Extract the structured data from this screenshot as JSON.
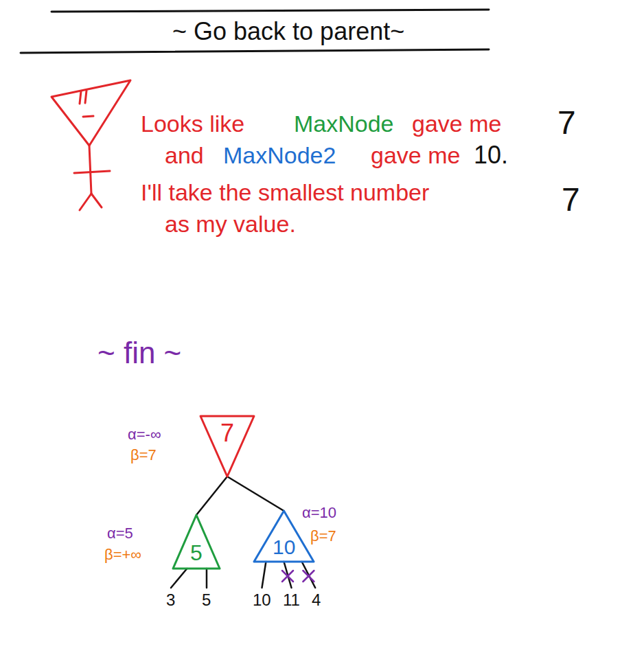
{
  "diagram": {
    "title": "~ Go back to parent~",
    "nodes": [
      {
        "text": [
          "7"
        ]
      },
      {
        "text": [
          "5"
        ]
      },
      {
        "text": [
          "10"
        ]
      },
      {
        "text": [
          "3"
        ]
      },
      {
        "text": [
          "5"
        ]
      },
      {
        "text": [
          "10"
        ]
      },
      {
        "text": [
          "11"
        ]
      },
      {
        "text": [
          "4"
        ]
      }
    ],
    "edges": [
      {
        "from": 0,
        "to": 1,
        "arrow": "none"
      },
      {
        "from": 0,
        "to": 2,
        "arrow": "none"
      },
      {
        "from": 1,
        "to": 3,
        "arrow": "none"
      },
      {
        "from": 1,
        "to": 4,
        "arrow": "none"
      },
      {
        "from": 2,
        "to": 5,
        "arrow": "none"
      },
      {
        "from": 2,
        "to": 6,
        "arrow": "none"
      },
      {
        "from": 2,
        "to": 7,
        "arrow": "none"
      }
    ],
    "labels": [
      "Looks like",
      "MaxNode",
      "gave me",
      "7",
      "and",
      "MaxNode2",
      "gave me",
      "10.",
      "I'll take the smallest number",
      "7",
      "as my value.",
      "~ fin ~",
      "α=-∞",
      "β=7",
      "α=5",
      "β=+∞",
      "α=10",
      "β=7"
    ]
  }
}
